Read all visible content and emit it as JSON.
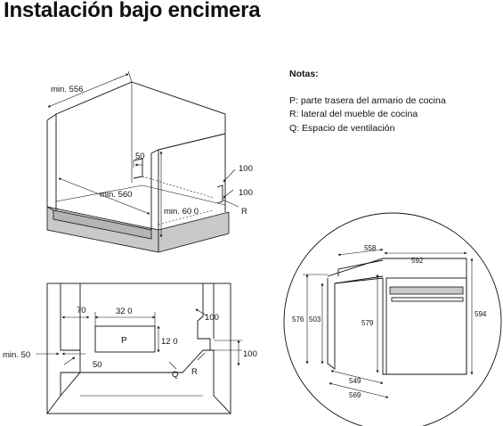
{
  "title": "Instalación bajo encimera",
  "notes": {
    "heading": "Notas:",
    "items": [
      {
        "key": "P",
        "text": ": parte trasera del armario de cocina"
      },
      {
        "key": "R",
        "text": ": lateral del mueble de cocina"
      },
      {
        "key": "Q",
        "text": ": Espacio de ventilación"
      }
    ]
  },
  "diagram_iso": {
    "min_556": "min. 556",
    "min_560": "min. 560",
    "min_600": "min. 60  0",
    "d50": "50",
    "d100_top": "100",
    "d100_bottom": "100",
    "r": "R"
  },
  "diagram_plan": {
    "d70": "70",
    "d320": "32 0",
    "d100_top": "100",
    "d120": "12 0",
    "p": "P",
    "min50": "min. 50",
    "d50": "50",
    "q": "Q",
    "r": "R",
    "d100_right": "100"
  },
  "diagram_oven": {
    "d558": "558",
    "d592": "592",
    "d576": "576",
    "d503": "503",
    "d579": "579",
    "d594": "594",
    "d549": "549",
    "d569": "569"
  }
}
